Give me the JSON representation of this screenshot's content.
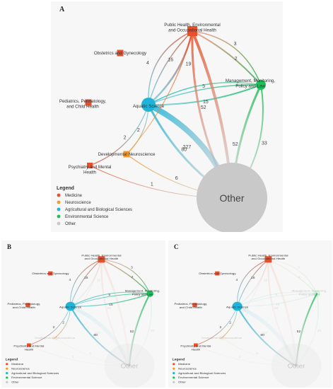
{
  "panels": [
    {
      "label": "A",
      "faded_nodes": [],
      "faded_edges": []
    },
    {
      "label": "B",
      "faded_nodes": [
        "other",
        "developmental"
      ],
      "faded_edges": [
        "e_oth_aqu",
        "e_oth_man",
        "e_oth_pub",
        "e_oth_pub2",
        "e_oth_psy",
        "e_oth_dev",
        "e_dev_pub",
        "e_aqu_pub3"
      ]
    },
    {
      "label": "C",
      "faded_nodes": [
        "other",
        "developmental",
        "management"
      ],
      "faded_edges": [
        "e_oth_aqu",
        "e_oth_man",
        "e_oth_pub",
        "e_oth_pub2",
        "e_oth_psy",
        "e_oth_dev",
        "e_dev_pub",
        "e_aqu_pub3",
        "e_pub_man",
        "e_pub_man2",
        "e_aqu_man",
        "e_aqu_man2",
        "e_man_aqu"
      ]
    }
  ],
  "nodes": [
    {
      "id": "public_health",
      "label_lines": [
        "Public Health, Environmental",
        "and Occupational Health"
      ],
      "category": "Medicine"
    },
    {
      "id": "obstetrics",
      "label_lines": [
        "Obstetrics and Gynecology"
      ],
      "category": "Medicine"
    },
    {
      "id": "pediatrics",
      "label_lines": [
        "Pediatrics, Perinatology,",
        "and Child Health"
      ],
      "category": "Medicine"
    },
    {
      "id": "aquatic",
      "label_lines": [
        "Aquatic Science"
      ],
      "category": "Agricultural and Biological Sciences"
    },
    {
      "id": "management",
      "label_lines": [
        "Management, Monitoring,",
        "Policy and Law"
      ],
      "category": "Environmental Science"
    },
    {
      "id": "developmental",
      "label_lines": [
        "Developmental Neuroscience"
      ],
      "category": "Neuroscience"
    },
    {
      "id": "psychiatry",
      "label_lines": [
        "Psychiatry and Mental",
        "Health"
      ],
      "category": "Medicine"
    },
    {
      "id": "other",
      "label_lines": [
        "Other"
      ],
      "category": "Other"
    }
  ],
  "edges": [
    {
      "id": "e_aqu_pub",
      "from": "aquatic",
      "to": "public_health",
      "label": "4"
    },
    {
      "id": "e_aqu_pub2",
      "from": "aquatic",
      "to": "public_health",
      "label": "16"
    },
    {
      "id": "e_aqu_pub3",
      "from": "aquatic",
      "to": "public_health",
      "label": "19"
    },
    {
      "id": "e_pub_man",
      "from": "public_health",
      "to": "management",
      "label": "3"
    },
    {
      "id": "e_pub_man2",
      "from": "public_health",
      "to": "management",
      "label": "2"
    },
    {
      "id": "e_aqu_man",
      "from": "aquatic",
      "to": "management",
      "label": "5"
    },
    {
      "id": "e_aqu_man2",
      "from": "aquatic",
      "to": "management",
      "label": "15"
    },
    {
      "id": "e_man_aqu",
      "from": "management",
      "to": "aquatic",
      "label": ""
    },
    {
      "id": "e_oth_pub",
      "from": "other",
      "to": "public_health",
      "label": "52"
    },
    {
      "id": "e_oth_pub2",
      "from": "other",
      "to": "public_health",
      "label": ""
    },
    {
      "id": "e_oth_man",
      "from": "other",
      "to": "management",
      "label": "33"
    },
    {
      "id": "e_oth_man2",
      "from": "other",
      "to": "management",
      "label": "52"
    },
    {
      "id": "e_oth_aqu",
      "from": "other",
      "to": "aquatic",
      "label": "227"
    },
    {
      "id": "e_oth_aqu2",
      "from": "other",
      "to": "aquatic",
      "label": "80"
    },
    {
      "id": "e_aqu_psy",
      "from": "aquatic",
      "to": "psychiatry",
      "label": "2"
    },
    {
      "id": "e_aqu_dev",
      "from": "aquatic",
      "to": "developmental",
      "label": "2"
    },
    {
      "id": "e_oth_dev",
      "from": "other",
      "to": "developmental",
      "label": "6"
    },
    {
      "id": "e_oth_psy",
      "from": "other",
      "to": "psychiatry",
      "label": "1"
    },
    {
      "id": "e_dev_pub",
      "from": "developmental",
      "to": "public_health",
      "label": ""
    }
  ],
  "legend": {
    "title": "Legend",
    "items": [
      {
        "label": "Medicine",
        "color": "#e8502b"
      },
      {
        "label": "Neuroscience",
        "color": "#f39a2e"
      },
      {
        "label": "Agricultural and Biological Sciences",
        "color": "#1fb3d8"
      },
      {
        "label": "Environmental Science",
        "color": "#1dbf5a"
      },
      {
        "label": "Other",
        "color": "#c9c9c9"
      }
    ]
  },
  "colors": {
    "Medicine": "#e8502b",
    "Neuroscience": "#f39a2e",
    "Agricultural and Biological Sciences": "#1fb3d8",
    "Environmental Science": "#1dbf5a",
    "Other": "#c9c9c9"
  }
}
